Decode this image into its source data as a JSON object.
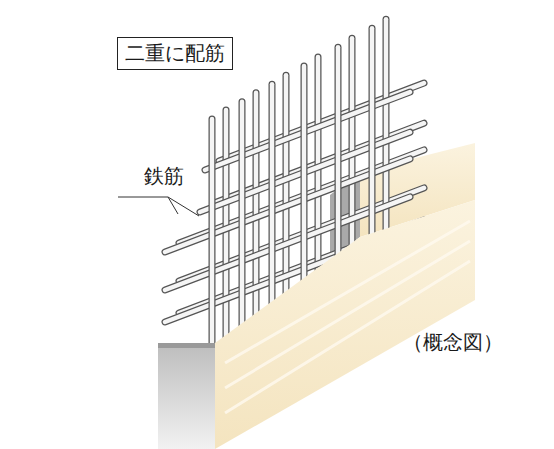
{
  "diagram": {
    "nodes": [
      {
        "text": [
          "二重に配筋"
        ]
      }
    ],
    "labels": [
      "鉄筋",
      "（概念図）"
    ]
  }
}
